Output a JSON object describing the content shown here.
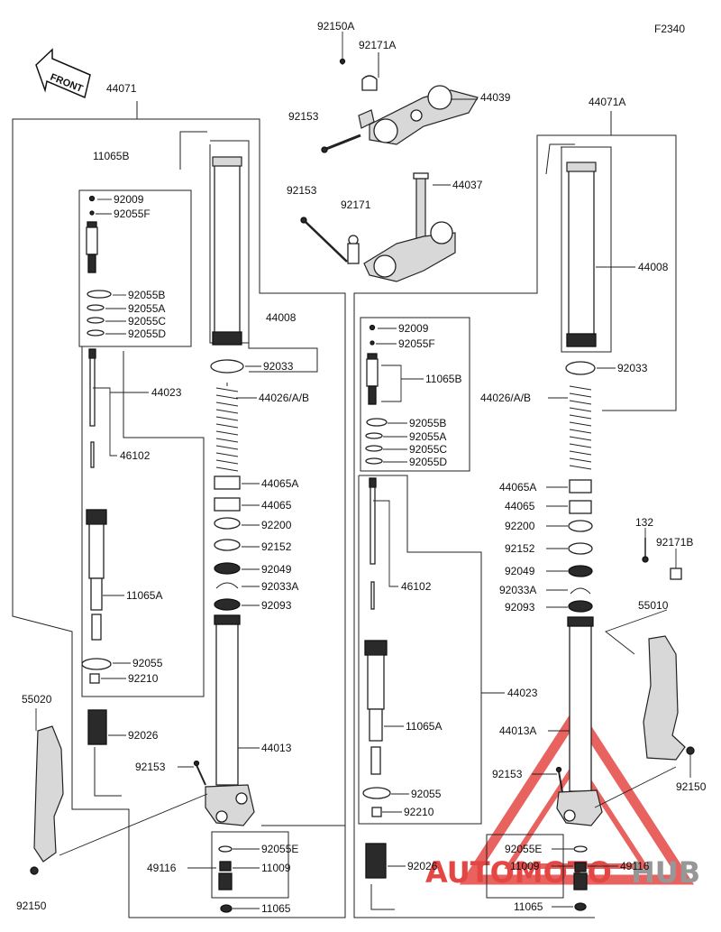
{
  "figure_code": "F2340",
  "front_label": "FRONT",
  "watermark": {
    "part1": "AUTOMOTO",
    "part2": "HUB",
    "color_red": "#e0322f",
    "color_grey": "#8c8c8c"
  },
  "labels": {
    "l44071": "44071",
    "l44071A": "44071A",
    "l92150A": "92150A",
    "l92171A": "92171A",
    "l44039": "44039",
    "l92153_top": "92153",
    "l44037": "44037",
    "l92153_mid": "92153",
    "l92171": "92171",
    "L11065B": "11065B",
    "L92009": "92009",
    "L92055F": "92055F",
    "L92055B": "92055B",
    "L92055A": "92055A",
    "L92055C": "92055C",
    "L92055D": "92055D",
    "L44008": "44008",
    "L92033": "92033",
    "L44023": "44023",
    "L44026": "44026/A/B",
    "L46102": "46102",
    "L44065A": "44065A",
    "L44065": "44065",
    "L92200": "92200",
    "L92152": "92152",
    "L92049": "92049",
    "L92033A": "92033A",
    "L92093": "92093",
    "L11065A": "11065A",
    "L92055": "92055",
    "L92210": "92210",
    "L92026": "92026",
    "L44013": "44013",
    "L92153": "92153",
    "L55020": "55020",
    "L92150": "92150",
    "L92055E": "92055E",
    "L49116": "49116",
    "L11009": "11009",
    "L11065": "11065",
    "R44008": "44008",
    "R92009": "92009",
    "R92055F": "92055F",
    "R11065B": "11065B",
    "R92033": "92033",
    "R44026": "44026/A/B",
    "R92055B": "92055B",
    "R92055A": "92055A",
    "R92055C": "92055C",
    "R92055D": "92055D",
    "R44065A": "44065A",
    "R44065": "44065",
    "R92200": "92200",
    "R92152": "92152",
    "R92049": "92049",
    "R92033A": "92033A",
    "R92093": "92093",
    "R46102": "46102",
    "R132": "132",
    "R92171B": "92171B",
    "R55010": "55010",
    "R44023": "44023",
    "R11065A": "11065A",
    "R44013A": "44013A",
    "R92153": "92153",
    "R92150": "92150",
    "R92055": "92055",
    "R92210": "92210",
    "R92026": "92026",
    "R92055E": "92055E",
    "R11009": "11009",
    "R49116": "49116",
    "R11065": "11065"
  }
}
